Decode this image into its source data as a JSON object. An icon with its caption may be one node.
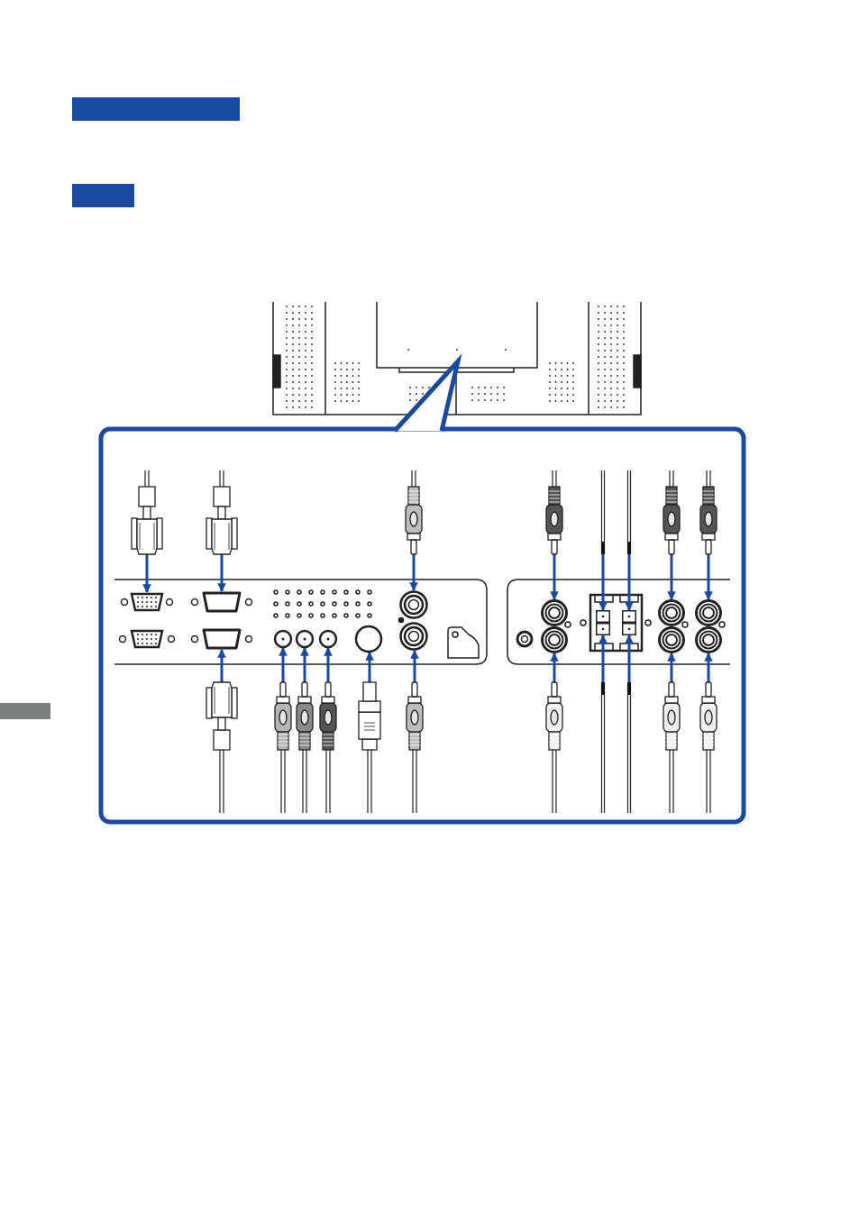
{
  "diagram": {
    "nodes": [
      {
        "text": [],
        "shape": "bar"
      },
      {
        "text": [],
        "shape": "bar"
      },
      {
        "text": [],
        "shape": "plug"
      },
      {
        "text": [],
        "shape": "plug"
      },
      {
        "text": [],
        "shape": "plug"
      },
      {
        "text": [],
        "shape": "plug"
      },
      {
        "text": [],
        "shape": "wire"
      },
      {
        "text": [],
        "shape": "wire"
      },
      {
        "text": [],
        "shape": "plug"
      },
      {
        "text": [],
        "shape": "plug"
      },
      {
        "text": [],
        "shape": "socket"
      },
      {
        "text": [],
        "shape": "socket"
      },
      {
        "text": [],
        "shape": "socket"
      },
      {
        "text": [],
        "shape": "socket"
      },
      {
        "text": [],
        "shape": "socket"
      },
      {
        "text": [],
        "shape": "socket"
      },
      {
        "text": [],
        "shape": "socket"
      },
      {
        "text": [],
        "shape": "socket"
      },
      {
        "text": [],
        "shape": "socket"
      },
      {
        "text": [],
        "shape": "socket"
      },
      {
        "text": [],
        "shape": "socket"
      },
      {
        "text": [],
        "shape": "socket"
      },
      {
        "text": [],
        "shape": "socket"
      },
      {
        "text": [],
        "shape": "socket"
      },
      {
        "text": [],
        "shape": "socket"
      },
      {
        "text": [],
        "shape": "socket"
      },
      {
        "text": [],
        "shape": "socket"
      },
      {
        "text": [],
        "shape": "socket"
      },
      {
        "text": [],
        "shape": "socket"
      },
      {
        "text": [],
        "shape": "plug"
      },
      {
        "text": [],
        "shape": "plug"
      },
      {
        "text": [],
        "shape": "plug"
      },
      {
        "text": [],
        "shape": "plug"
      },
      {
        "text": [],
        "shape": "plug"
      },
      {
        "text": [],
        "shape": "plug"
      },
      {
        "text": [],
        "shape": "plug"
      },
      {
        "text": [],
        "shape": "wire"
      },
      {
        "text": [],
        "shape": "wire"
      },
      {
        "text": [],
        "shape": "plug"
      },
      {
        "text": [],
        "shape": "plug"
      },
      {
        "text": [],
        "shape": "bar"
      }
    ],
    "edges": [
      {
        "from": 2,
        "to": 10,
        "arrow": "to"
      },
      {
        "from": 3,
        "to": 11,
        "arrow": "to"
      },
      {
        "from": 4,
        "to": 12,
        "arrow": "to"
      },
      {
        "from": 5,
        "to": 13,
        "arrow": "to"
      },
      {
        "from": 6,
        "to": 14,
        "arrow": "to"
      },
      {
        "from": 7,
        "to": 15,
        "arrow": "to"
      },
      {
        "from": 8,
        "to": 16,
        "arrow": "to"
      },
      {
        "from": 9,
        "to": 17,
        "arrow": "to"
      },
      {
        "from": 29,
        "to": 18,
        "arrow": "to"
      },
      {
        "from": 30,
        "to": 19,
        "arrow": "to"
      },
      {
        "from": 31,
        "to": 20,
        "arrow": "to"
      },
      {
        "from": 32,
        "to": 21,
        "arrow": "to"
      },
      {
        "from": 33,
        "to": 22,
        "arrow": "to"
      },
      {
        "from": 34,
        "to": 23,
        "arrow": "to"
      },
      {
        "from": 35,
        "to": 24,
        "arrow": "to"
      },
      {
        "from": 36,
        "to": 25,
        "arrow": "to"
      },
      {
        "from": 37,
        "to": 26,
        "arrow": "to"
      },
      {
        "from": 38,
        "to": 27,
        "arrow": "to"
      },
      {
        "from": 39,
        "to": 28,
        "arrow": "to"
      }
    ]
  }
}
